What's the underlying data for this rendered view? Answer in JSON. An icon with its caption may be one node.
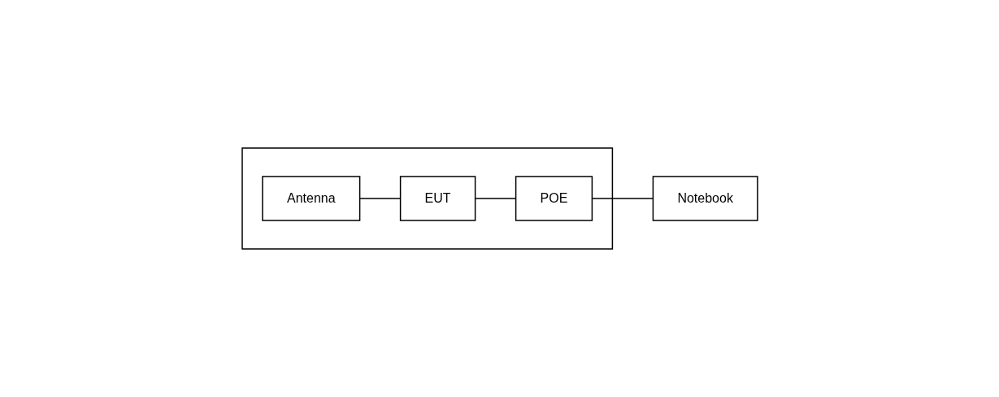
{
  "diagram": {
    "nodes": [
      {
        "text": [],
        "shape": "box"
      },
      {
        "text": [
          "Antenna"
        ],
        "in": 0
      },
      {
        "text": [
          "EUT"
        ],
        "in": 0
      },
      {
        "text": [
          "POE"
        ],
        "in": 0
      },
      {
        "text": [
          "Notebook"
        ]
      }
    ],
    "edges": [
      {
        "from": 1,
        "to": 2,
        "arrow": "none"
      },
      {
        "from": 2,
        "to": 3,
        "arrow": "none"
      },
      {
        "from": 3,
        "to": 4,
        "arrow": "none"
      }
    ]
  }
}
